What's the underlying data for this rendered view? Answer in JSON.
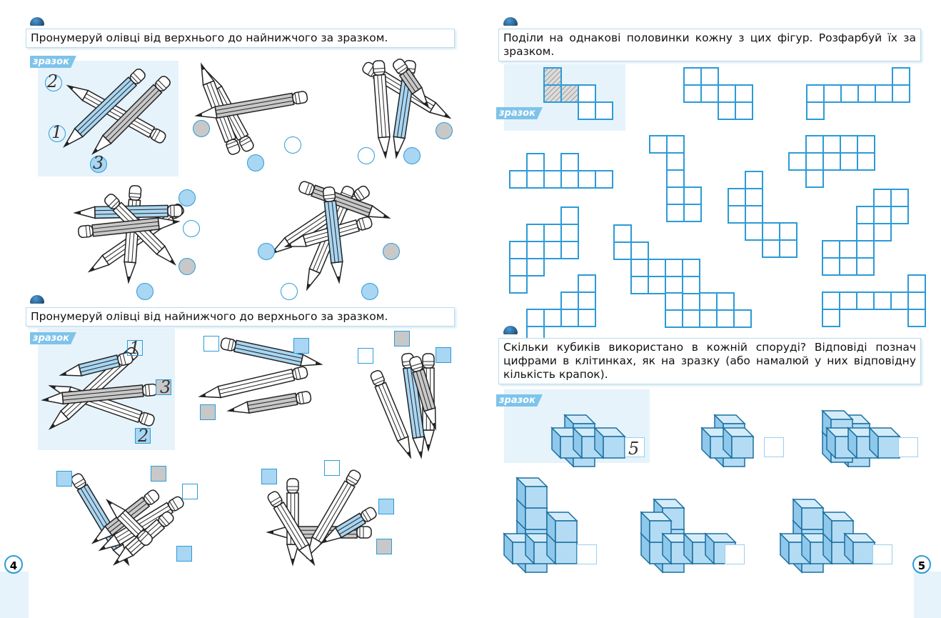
{
  "left_page": {
    "page_number": "4",
    "task1": {
      "instruction": "Пронумеруй олівці від верхнього до найнижчого за зразком.",
      "sample_label": "зразок",
      "sample_numbers": [
        "2",
        "1",
        "3"
      ]
    },
    "task2": {
      "instruction": "Пронумеруй олівці від найнижчого до верхнього за зразком.",
      "sample_label": "зразок",
      "sample_numbers": [
        "1",
        "3",
        "2"
      ]
    }
  },
  "right_page": {
    "page_number": "5",
    "task1": {
      "instruction": "Поділи на однакові половинки кожну з цих фігур. Розфарбуй їх за зразком.",
      "sample_label": "зразок"
    },
    "task2": {
      "instruction": "Скільки кубиків використано в кожній споруді? Відповіді познач цифрами в клітинках, як на зразку (або намалюй у них відповідну кількість крапок).",
      "sample_label": "зразок",
      "sample_answer": "5"
    }
  },
  "colors": {
    "accent": "#2b9bd8",
    "blue_fill": "#a9d6f2",
    "grey_fill": "#c8c8c8",
    "sample_bg": "#e6f3fb"
  }
}
